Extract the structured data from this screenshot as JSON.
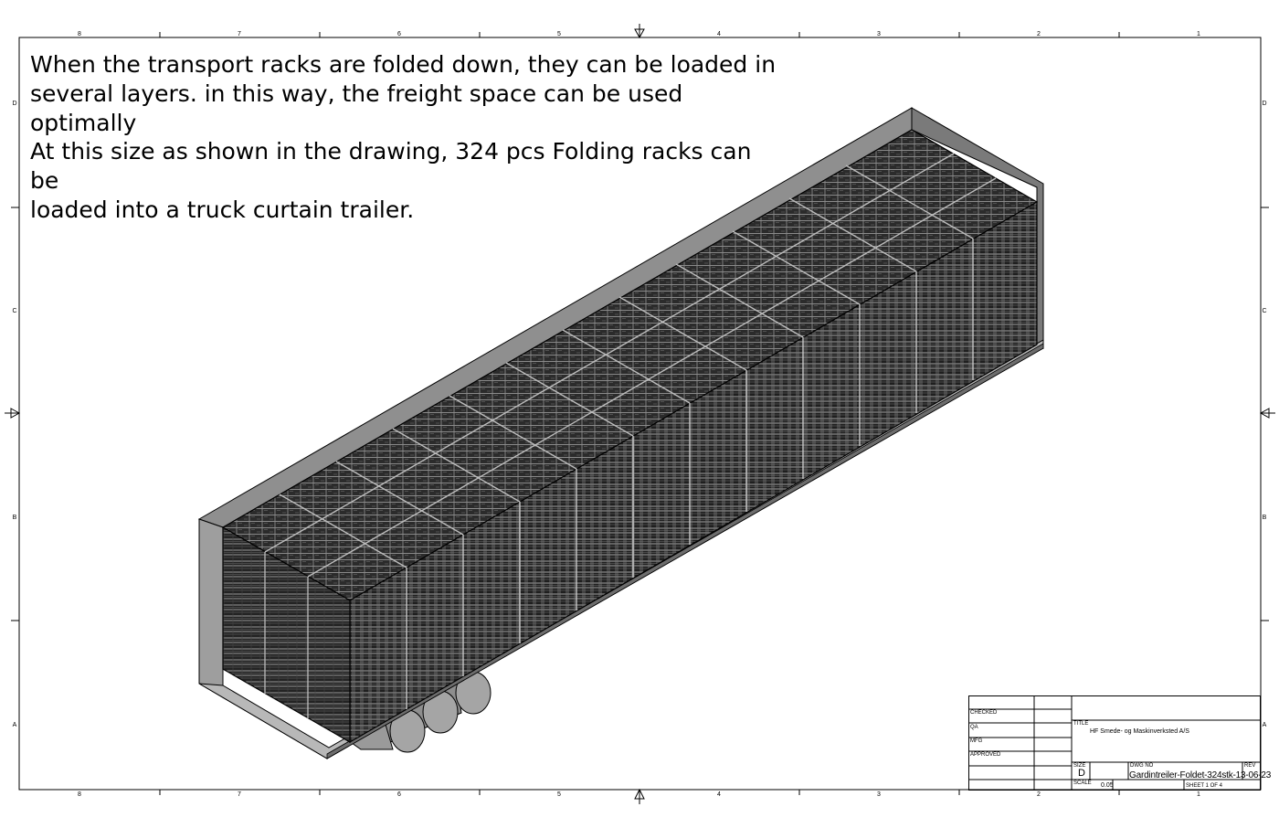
{
  "notes": {
    "line1": "When the transport racks are folded down, they can be loaded in",
    "line2": "several layers. in this way, the freight space can be used optimally",
    "line3": "At this size as shown in the drawing, 324 pcs Folding racks can be",
    "line4": "loaded into a truck curtain trailer."
  },
  "zones": {
    "columns": [
      "8",
      "7",
      "6",
      "5",
      "4",
      "3",
      "2",
      "1"
    ],
    "rows": [
      "D",
      "C",
      "B",
      "A"
    ]
  },
  "title_block": {
    "checked": "CHECKED",
    "qa": "QA",
    "mfg": "MFG",
    "approved": "APPROVED",
    "title_label": "TITLE",
    "company": "HF Smede- og Maskinverksted A/S",
    "size_label": "SIZE",
    "size": "D",
    "dwg_no_label": "DWG NO",
    "dwg_no": "Gardintreiler-Foldet-324stk-13-06-23",
    "rev_label": "REV",
    "scale_label": "SCALE",
    "scale": "0.05",
    "sheet": "SHEET 1  OF 4"
  }
}
